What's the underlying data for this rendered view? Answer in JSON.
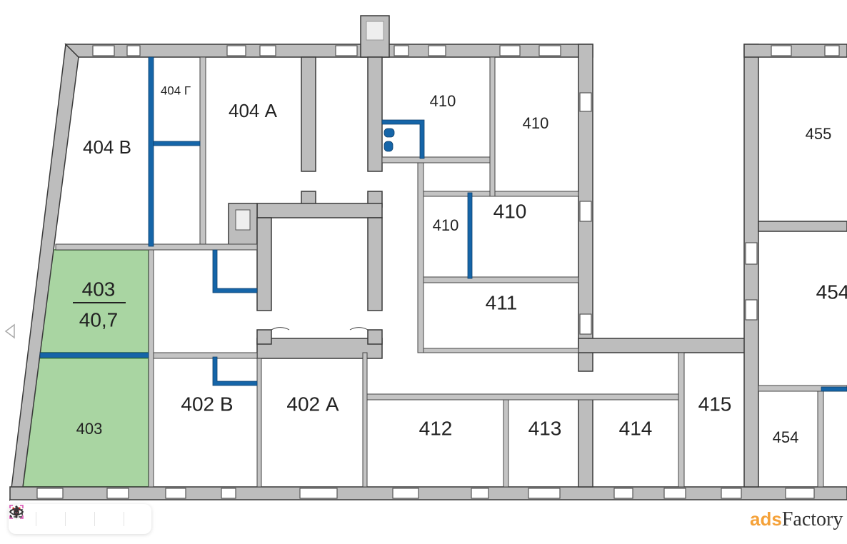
{
  "floor_plan": {
    "rooms": [
      {
        "id": "404v",
        "label": "404 В"
      },
      {
        "id": "404g",
        "label": "404 Г"
      },
      {
        "id": "404a",
        "label": "404 А"
      },
      {
        "id": "410a",
        "label": "410"
      },
      {
        "id": "410b",
        "label": "410"
      },
      {
        "id": "410c",
        "label": "410"
      },
      {
        "id": "410d",
        "label": "410"
      },
      {
        "id": "455",
        "label": "455"
      },
      {
        "id": "403sel",
        "label": "403",
        "area": "40,7"
      },
      {
        "id": "403",
        "label": "403"
      },
      {
        "id": "411",
        "label": "411"
      },
      {
        "id": "454a",
        "label": "454"
      },
      {
        "id": "454b",
        "label": "454"
      },
      {
        "id": "402v",
        "label": "402 В"
      },
      {
        "id": "402a",
        "label": "402 А"
      },
      {
        "id": "412",
        "label": "412"
      },
      {
        "id": "413",
        "label": "413"
      },
      {
        "id": "414",
        "label": "414"
      },
      {
        "id": "415",
        "label": "415"
      }
    ],
    "colors": {
      "selected_room": "#a9d5a2",
      "wall": "#bdbdbd",
      "partition": "#1565a8"
    }
  },
  "toolbar": {
    "icons": [
      "yandex-icon",
      "translate-icon",
      "eye-icon",
      "camera-icon",
      "more-icon"
    ]
  },
  "watermark": {
    "text": "adsFactory"
  }
}
